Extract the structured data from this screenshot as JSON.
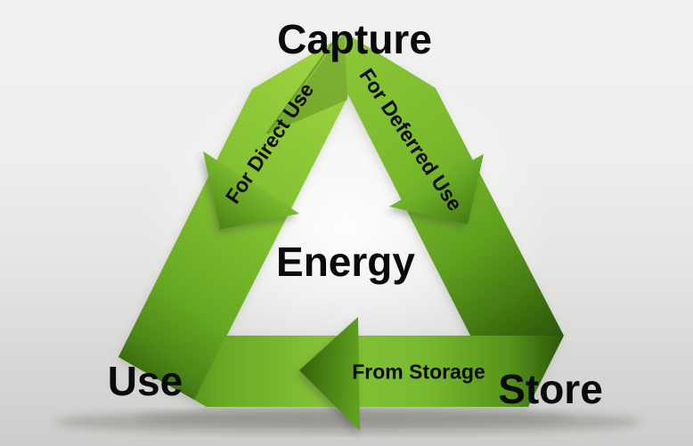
{
  "diagram": {
    "center_label": "Energy",
    "nodes": [
      {
        "id": "capture",
        "label": "Capture",
        "position": "top"
      },
      {
        "id": "use",
        "label": "Use",
        "position": "bottom-left"
      },
      {
        "id": "store",
        "label": "Store",
        "position": "bottom-right"
      }
    ],
    "edges": [
      {
        "from": "capture",
        "to": "use",
        "label": "For Direct Use"
      },
      {
        "from": "capture",
        "to": "store",
        "label": "For Deferred Use"
      },
      {
        "from": "store",
        "to": "use",
        "label": "From Storage"
      }
    ],
    "colors": {
      "arrow_bright": "#9BD23E",
      "arrow_mid": "#76B62B",
      "arrow_dark": "#2E5A0A",
      "label_text": "#0A0A0A",
      "background_light": "#F1F1F0",
      "background_dark": "#CCCCCA"
    }
  }
}
